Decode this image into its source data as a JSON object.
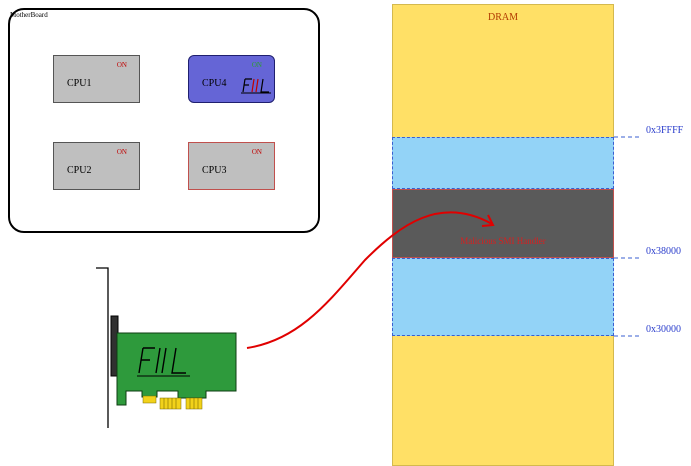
{
  "motherboard": {
    "label": "MotherBoard"
  },
  "cpus": [
    {
      "name": "CPU1",
      "status": "ON"
    },
    {
      "name": "CPU4",
      "status": "ON"
    },
    {
      "name": "CPU2",
      "status": "ON"
    },
    {
      "name": "CPU3",
      "status": "ON"
    }
  ],
  "dram": {
    "label": "DRAM",
    "smi_label": "Malicious SMI Handler",
    "addresses": [
      "0x3FFFF",
      "0x38000",
      "0x30000"
    ]
  },
  "colors": {
    "dram": "#ffe066",
    "region": "#93d3f7",
    "smi": "#5a5a5a",
    "cpu_active": "#6565d6",
    "card": "#2e9a3c",
    "arrow": "#e00000"
  }
}
